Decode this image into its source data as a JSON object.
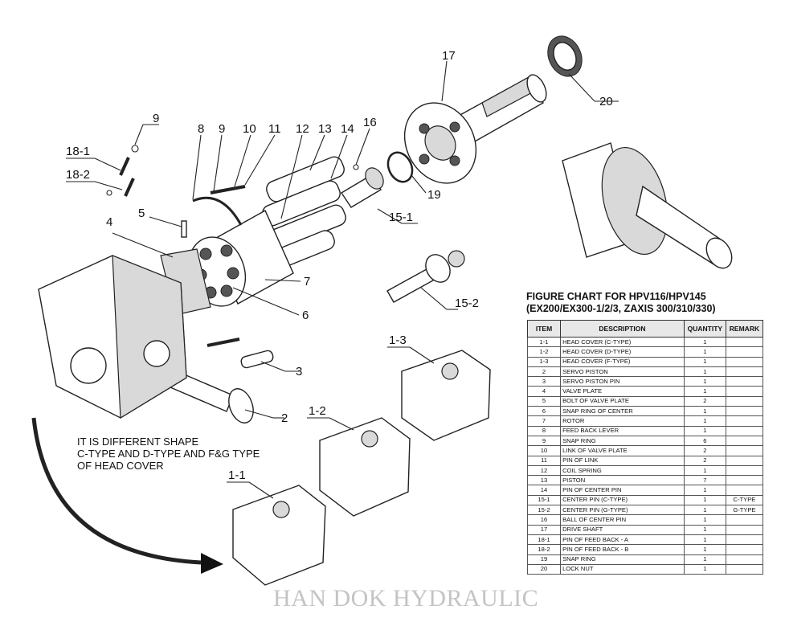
{
  "diagram": {
    "labels": [
      "9",
      "18-1",
      "18-2",
      "8",
      "9",
      "10",
      "11",
      "12",
      "13",
      "14",
      "16",
      "17",
      "20",
      "19",
      "15-1",
      "15-2",
      "5",
      "4",
      "7",
      "6",
      "3",
      "2",
      "1-3",
      "1-2",
      "1-1"
    ]
  },
  "note": "IT IS DIFFERENT SHAPE\nC-TYPE AND D-TYPE AND F&G TYPE\nOF HEAD COVER",
  "chart": {
    "title_line1": "FIGURE CHART FOR HPV116/HPV145",
    "title_line2": "(EX200/EX300-1/2/3, ZAXIS 300/310/330)",
    "headers": [
      "ITEM",
      "DESCRIPTION",
      "QUANTITY",
      "REMARK"
    ],
    "rows": [
      [
        "1-1",
        "HEAD COVER (C-TYPE)",
        "1",
        ""
      ],
      [
        "1-2",
        "HEAD COVER (D-TYPE)",
        "1",
        ""
      ],
      [
        "1-3",
        "HEAD COVER (F-TYPE)",
        "1",
        ""
      ],
      [
        "2",
        "SERVO PISTON",
        "1",
        ""
      ],
      [
        "3",
        "SERVO PISTON PIN",
        "1",
        ""
      ],
      [
        "4",
        "VALVE PLATE",
        "1",
        ""
      ],
      [
        "5",
        "BOLT OF VALVE PLATE",
        "2",
        ""
      ],
      [
        "6",
        "SNAP RING OF CENTER",
        "1",
        ""
      ],
      [
        "7",
        "ROTOR",
        "1",
        ""
      ],
      [
        "8",
        "FEED BACK LEVER",
        "1",
        ""
      ],
      [
        "9",
        "SNAP RING",
        "6",
        ""
      ],
      [
        "10",
        "LINK OF VALVE PLATE",
        "2",
        ""
      ],
      [
        "11",
        "PIN OF LINK",
        "2",
        ""
      ],
      [
        "12",
        "COIL SPRING",
        "1",
        ""
      ],
      [
        "13",
        "PISTON",
        "7",
        ""
      ],
      [
        "14",
        "PIN OF CENTER PIN",
        "1",
        ""
      ],
      [
        "15-1",
        "CENTER PIN (C-TYPE)",
        "1",
        "C-TYPE"
      ],
      [
        "15-2",
        "CENTER PIN (G-TYPE)",
        "1",
        "G-TYPE"
      ],
      [
        "16",
        "BALL OF CENTER PIN",
        "1",
        ""
      ],
      [
        "17",
        "DRIVE SHAFT",
        "1",
        ""
      ],
      [
        "18-1",
        "PIN OF FEED BACK - A",
        "1",
        ""
      ],
      [
        "18-2",
        "PIN OF FEED BACK - B",
        "1",
        ""
      ],
      [
        "19",
        "SNAP RING",
        "1",
        ""
      ],
      [
        "20",
        "LOCK NUT",
        "1",
        ""
      ]
    ]
  },
  "watermark": "HAN DOK HYDRAULIC"
}
